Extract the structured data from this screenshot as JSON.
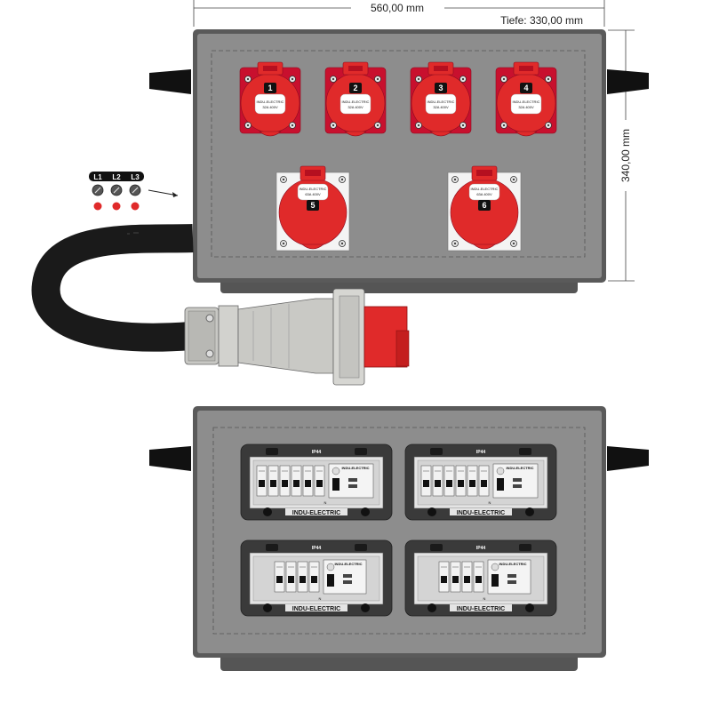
{
  "dimensions": {
    "width": "560,00 mm",
    "depth": "Tiefe:  330,00 mm",
    "height": "340,00 mm"
  },
  "colors": {
    "housing": "#8d8d8d",
    "socket_red": "#e02a2a",
    "cable": "#1a1a1a"
  },
  "sockets": [
    {
      "number": "1",
      "brand": "INDU-ELECTRIC",
      "rating": "32A 400V"
    },
    {
      "number": "2",
      "brand": "INDU-ELECTRIC",
      "rating": "32A 400V"
    },
    {
      "number": "3",
      "brand": "INDU-ELECTRIC",
      "rating": "32A 400V"
    },
    {
      "number": "4",
      "brand": "INDU-ELECTRIC",
      "rating": "32A 400V"
    },
    {
      "number": "5",
      "brand": "INDU-ELECTRIC",
      "rating": "63A 400V"
    },
    {
      "number": "6",
      "brand": "INDU-ELECTRIC",
      "rating": "63A 400V"
    }
  ],
  "phases": [
    "L1",
    "L2",
    "L3"
  ],
  "panels": [
    {
      "ip": "IP44",
      "brand": "INDU-ELECTRIC",
      "rcd_brand": "INDU-ELECTRIC",
      "n": "N"
    },
    {
      "ip": "IP44",
      "brand": "INDU-ELECTRIC",
      "rcd_brand": "INDU-ELECTRIC",
      "n": "N"
    },
    {
      "ip": "IP44",
      "brand": "INDU-ELECTRIC",
      "rcd_brand": "INDU-ELECTRIC",
      "n": "N"
    },
    {
      "ip": "IP44",
      "brand": "INDU-ELECTRIC",
      "rcd_brand": "INDU-ELECTRIC",
      "n": "N"
    }
  ]
}
